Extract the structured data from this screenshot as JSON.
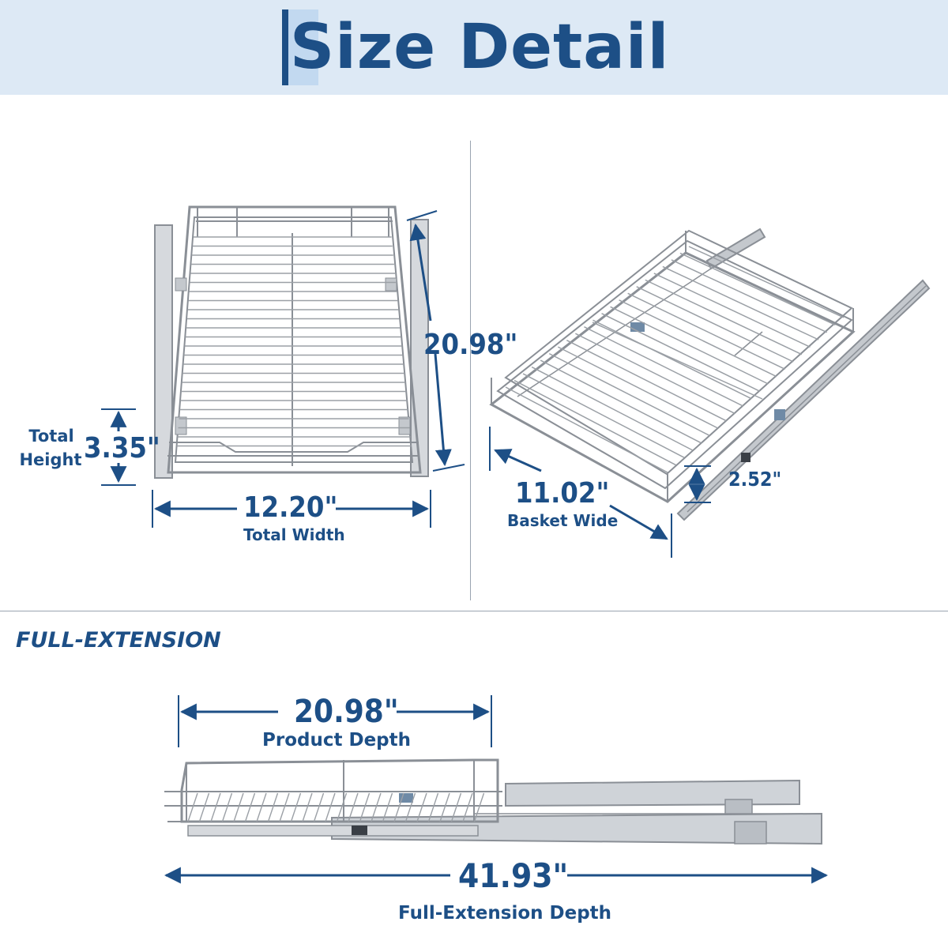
{
  "header": {
    "title": "Size Detail"
  },
  "top_left": {
    "depth": "20.98\"",
    "height_value": "3.35\"",
    "height_label_line1": "Total",
    "height_label_line2": "Height",
    "width_value": "12.20\"",
    "width_label": "Total Width"
  },
  "top_right": {
    "basket_width_value": "11.02\"",
    "basket_width_label": "Basket Wide",
    "basket_height_value": "2.52\""
  },
  "extension": {
    "section_label": "FULL-EXTENSION",
    "product_depth_value": "20.98\"",
    "product_depth_label": "Product Depth",
    "full_depth_value": "41.93\"",
    "full_depth_label": "Full-Extension Depth"
  },
  "colors": {
    "accent": "#1d4f86",
    "header_bg": "#dde9f5",
    "wire": "#8a8f96",
    "rail": "#c4c8cd"
  }
}
